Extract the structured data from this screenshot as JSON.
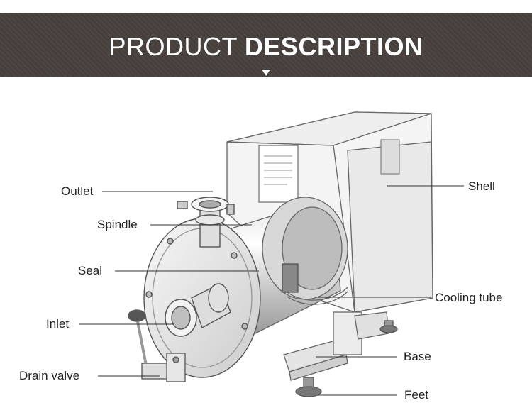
{
  "header": {
    "title_light": "PRODUCT",
    "title_bold": "DESCRIPTION",
    "arrow_icon": "triangle-down-icon",
    "background_color": "#463f3b"
  },
  "labels": {
    "outlet": "Outlet",
    "spindle": "Spindle",
    "seal": "Seal",
    "inlet": "Inlet",
    "drain_valve": "Drain valve",
    "shell": "Shell",
    "cooling_tube": "Cooling tube",
    "base": "Base",
    "feet": "Feet"
  }
}
